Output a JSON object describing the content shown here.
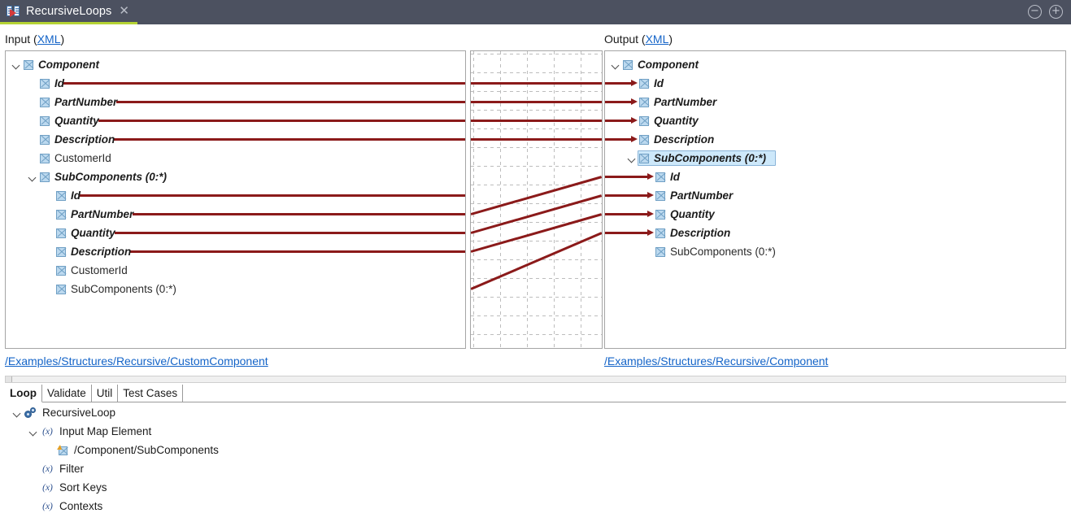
{
  "titlebar": {
    "tab_label": "RecursiveLoops",
    "app_icon": "mapping-document-icon",
    "close_icon": "close-icon",
    "collapse_icon": "minus-circle-icon",
    "expand_icon": "plus-circle-icon",
    "accent_color": "#b5d334",
    "bar_color": "#4c5160"
  },
  "input_panel": {
    "label": "Input (",
    "link": "XML",
    "label_suffix": ")",
    "path": "/Examples/Structures/Recursive/CustomComponent",
    "nodes": [
      {
        "label": "Component",
        "depth": 0,
        "mapped": true,
        "expandable": true,
        "expanded": true,
        "wire": false
      },
      {
        "label": "Id",
        "depth": 1,
        "mapped": true,
        "expandable": false,
        "expanded": false,
        "wire": true
      },
      {
        "label": "PartNumber",
        "depth": 1,
        "mapped": true,
        "expandable": false,
        "expanded": false,
        "wire": true
      },
      {
        "label": "Quantity",
        "depth": 1,
        "mapped": true,
        "expandable": false,
        "expanded": false,
        "wire": true
      },
      {
        "label": "Description",
        "depth": 1,
        "mapped": true,
        "expandable": false,
        "expanded": false,
        "wire": true
      },
      {
        "label": "CustomerId",
        "depth": 1,
        "mapped": false,
        "expandable": false,
        "expanded": false,
        "wire": false
      },
      {
        "label": "SubComponents (0:*)",
        "depth": 1,
        "mapped": true,
        "expandable": true,
        "expanded": true,
        "wire": false
      },
      {
        "label": "Id",
        "depth": 2,
        "mapped": true,
        "expandable": false,
        "expanded": false,
        "wire": true
      },
      {
        "label": "PartNumber",
        "depth": 2,
        "mapped": true,
        "expandable": false,
        "expanded": false,
        "wire": true
      },
      {
        "label": "Quantity",
        "depth": 2,
        "mapped": true,
        "expandable": false,
        "expanded": false,
        "wire": true
      },
      {
        "label": "Description",
        "depth": 2,
        "mapped": true,
        "expandable": false,
        "expanded": false,
        "wire": true
      },
      {
        "label": "CustomerId",
        "depth": 2,
        "mapped": false,
        "expandable": false,
        "expanded": false,
        "wire": false
      },
      {
        "label": "SubComponents (0:*)",
        "depth": 2,
        "mapped": false,
        "expandable": false,
        "expanded": false,
        "wire": false
      }
    ]
  },
  "output_panel": {
    "label": "Output (",
    "link": "XML",
    "label_suffix": ")",
    "path": "/Examples/Structures/Recursive/Component",
    "nodes": [
      {
        "label": "Component",
        "depth": 0,
        "mapped": true,
        "expandable": true,
        "expanded": true,
        "wire": false,
        "selected": false
      },
      {
        "label": "Id",
        "depth": 1,
        "mapped": true,
        "expandable": false,
        "expanded": false,
        "wire": true,
        "selected": false
      },
      {
        "label": "PartNumber",
        "depth": 1,
        "mapped": true,
        "expandable": false,
        "expanded": false,
        "wire": true,
        "selected": false
      },
      {
        "label": "Quantity",
        "depth": 1,
        "mapped": true,
        "expandable": false,
        "expanded": false,
        "wire": true,
        "selected": false
      },
      {
        "label": "Description",
        "depth": 1,
        "mapped": true,
        "expandable": false,
        "expanded": false,
        "wire": true,
        "selected": false
      },
      {
        "label": "SubComponents (0:*)",
        "depth": 1,
        "mapped": true,
        "expandable": true,
        "expanded": true,
        "wire": false,
        "selected": true
      },
      {
        "label": "Id",
        "depth": 2,
        "mapped": true,
        "expandable": false,
        "expanded": false,
        "wire": true,
        "selected": false
      },
      {
        "label": "PartNumber",
        "depth": 2,
        "mapped": true,
        "expandable": false,
        "expanded": false,
        "wire": true,
        "selected": false
      },
      {
        "label": "Quantity",
        "depth": 2,
        "mapped": true,
        "expandable": false,
        "expanded": false,
        "wire": true,
        "selected": false
      },
      {
        "label": "Description",
        "depth": 2,
        "mapped": true,
        "expandable": false,
        "expanded": false,
        "wire": true,
        "selected": false
      },
      {
        "label": "SubComponents (0:*)",
        "depth": 2,
        "mapped": false,
        "expandable": false,
        "expanded": false,
        "wire": false,
        "selected": false
      }
    ]
  },
  "mapping": {
    "wire_color": "#8b1a1a",
    "grid": true,
    "straight_links": [
      {
        "from": "Component/Id",
        "to": "Component/Id"
      },
      {
        "from": "Component/PartNumber",
        "to": "Component/PartNumber"
      },
      {
        "from": "Component/Quantity",
        "to": "Component/Quantity"
      },
      {
        "from": "Component/Description",
        "to": "Component/Description"
      }
    ],
    "diagonal_links": [
      {
        "from": "Component/SubComponents/PartNumber",
        "to": "Component/SubComponents/Id"
      },
      {
        "from": "Component/SubComponents/Quantity",
        "to": "Component/SubComponents/PartNumber"
      },
      {
        "from": "Component/SubComponents/Description",
        "to": "Component/SubComponents/Quantity"
      },
      {
        "from": "Component/SubComponents/SubComponents",
        "to": "Component/SubComponents/Description"
      }
    ]
  },
  "bottom": {
    "tabs": [
      {
        "label": "Loop",
        "active": true
      },
      {
        "label": "Validate",
        "active": false
      },
      {
        "label": "Util",
        "active": false
      },
      {
        "label": "Test Cases",
        "active": false
      }
    ],
    "tree": [
      {
        "label": "RecursiveLoop",
        "depth": 0,
        "icon": "gears-icon",
        "expandable": true,
        "expanded": true
      },
      {
        "label": "Input Map Element",
        "depth": 1,
        "icon": "function-icon",
        "expandable": true,
        "expanded": true
      },
      {
        "label": "/Component/SubComponents",
        "depth": 2,
        "icon": "element-path-icon",
        "expandable": false,
        "expanded": false
      },
      {
        "label": "Filter",
        "depth": 1,
        "icon": "function-icon",
        "expandable": false,
        "expanded": false
      },
      {
        "label": "Sort Keys",
        "depth": 1,
        "icon": "function-icon",
        "expandable": false,
        "expanded": false
      },
      {
        "label": "Contexts",
        "depth": 1,
        "icon": "function-icon",
        "expandable": false,
        "expanded": false
      }
    ]
  }
}
